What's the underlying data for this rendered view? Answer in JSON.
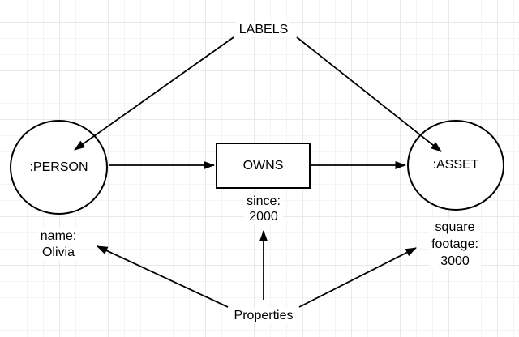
{
  "annotations": {
    "labels_title": "LABELS",
    "properties_title": "Properties"
  },
  "nodes": {
    "person": {
      "label": ":PERSON",
      "shape": "circle"
    },
    "owns": {
      "label": "OWNS",
      "shape": "rectangle"
    },
    "asset": {
      "label": ":ASSET",
      "shape": "circle"
    }
  },
  "node_properties": {
    "person": {
      "line1": "name:",
      "line2": "Olivia"
    },
    "owns": {
      "line1": "since:",
      "line2": "2000"
    },
    "asset": {
      "line1": "square",
      "line2": "footage:",
      "line3": "3000"
    }
  },
  "edges": [
    {
      "from": "LABELS",
      "to": ":PERSON node",
      "arrow": "end"
    },
    {
      "from": "LABELS",
      "to": ":ASSET node",
      "arrow": "end"
    },
    {
      "from": ":PERSON",
      "to": "OWNS",
      "arrow": "end"
    },
    {
      "from": "OWNS",
      "to": ":ASSET",
      "arrow": "end"
    },
    {
      "from": "Properties",
      "to": "name: Olivia",
      "arrow": "end"
    },
    {
      "from": "Properties",
      "to": "since: 2000",
      "arrow": "end"
    },
    {
      "from": "Properties",
      "to": "square footage: 3000",
      "arrow": "end"
    }
  ],
  "colors": {
    "stroke": "#000000",
    "text": "#000000",
    "node_fill": "#ffffff",
    "background": "#ffffff",
    "grid_minor": "#f4f4f4",
    "grid_major": "#e9e9e9"
  }
}
